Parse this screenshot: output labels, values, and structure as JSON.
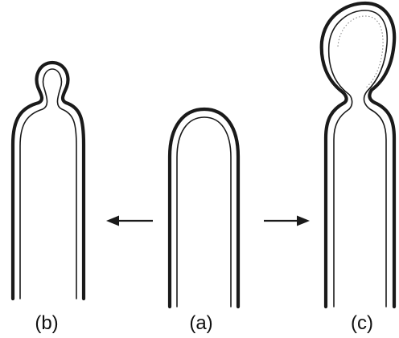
{
  "figure": {
    "panels": [
      {
        "id": "b",
        "label": "(b)"
      },
      {
        "id": "a",
        "label": "(a)"
      },
      {
        "id": "c",
        "label": "(c)"
      }
    ]
  },
  "colors": {
    "line": "#1a1a1a",
    "background": "#ffffff"
  }
}
